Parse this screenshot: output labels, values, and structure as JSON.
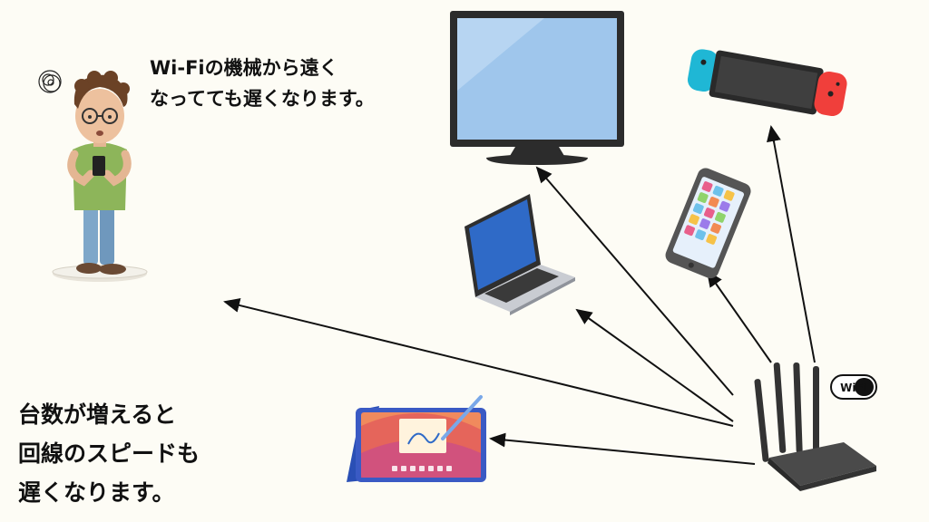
{
  "captions": {
    "top": [
      "Wi-Fiの機械から遠く",
      "なってても遅くなります。"
    ],
    "bottom": [
      "台数が増えると",
      "回線のスピードも",
      "遅くなります。"
    ]
  },
  "badge": {
    "text": "WiFi"
  },
  "devices": [
    {
      "name": "person-with-phone",
      "label": ""
    },
    {
      "name": "monitor",
      "label": ""
    },
    {
      "name": "game-console",
      "label": ""
    },
    {
      "name": "smartphone",
      "label": ""
    },
    {
      "name": "laptop",
      "label": ""
    },
    {
      "name": "tablet",
      "label": ""
    },
    {
      "name": "router",
      "label": ""
    }
  ],
  "colors": {
    "background": "#fdfcf5",
    "arrow": "#111111",
    "screen_blue": "#9fc6ec",
    "router": "#3a3a3a"
  }
}
